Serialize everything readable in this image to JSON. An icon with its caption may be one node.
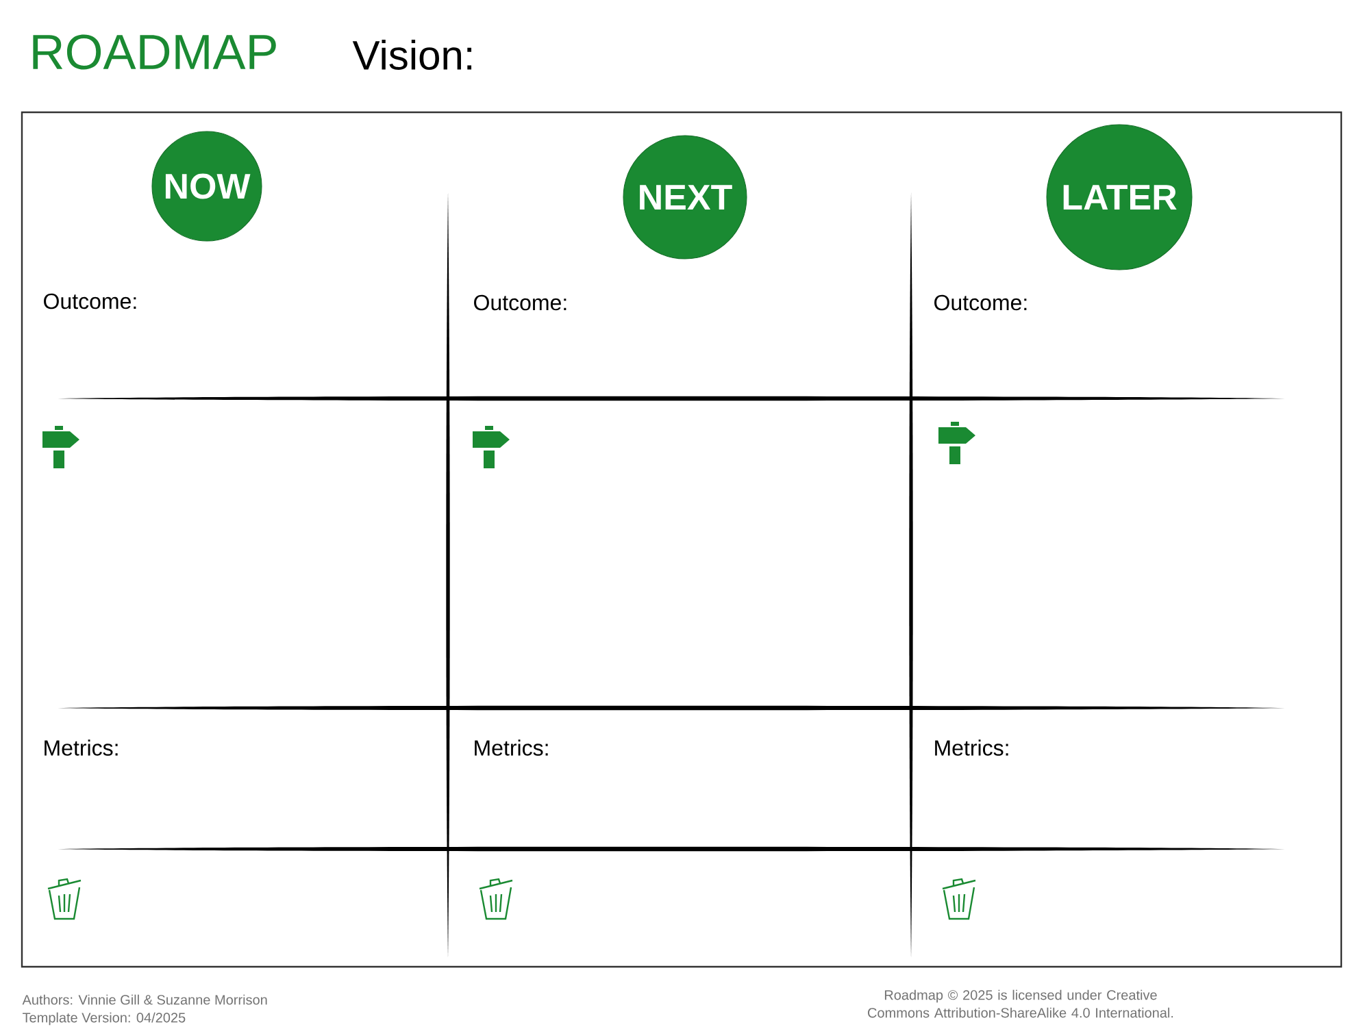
{
  "diagram": {
    "title": "ROADMAP",
    "nodes": [
      {
        "text": [
          "NOW"
        ]
      },
      {
        "text": [
          "NEXT"
        ]
      },
      {
        "text": [
          "LATER"
        ]
      }
    ],
    "labels": [
      "Vision:",
      "Outcome:",
      "Outcome:",
      "Outcome:",
      "Metrics:",
      "Metrics:",
      "Metrics:",
      "Authors: Vinnie Gill & Suzanne Morrison",
      "Template Version: 04/2025",
      "Roadmap © 2025 is licensed under Creative Commons Attribution-ShareAlike 4.0 International."
    ]
  }
}
